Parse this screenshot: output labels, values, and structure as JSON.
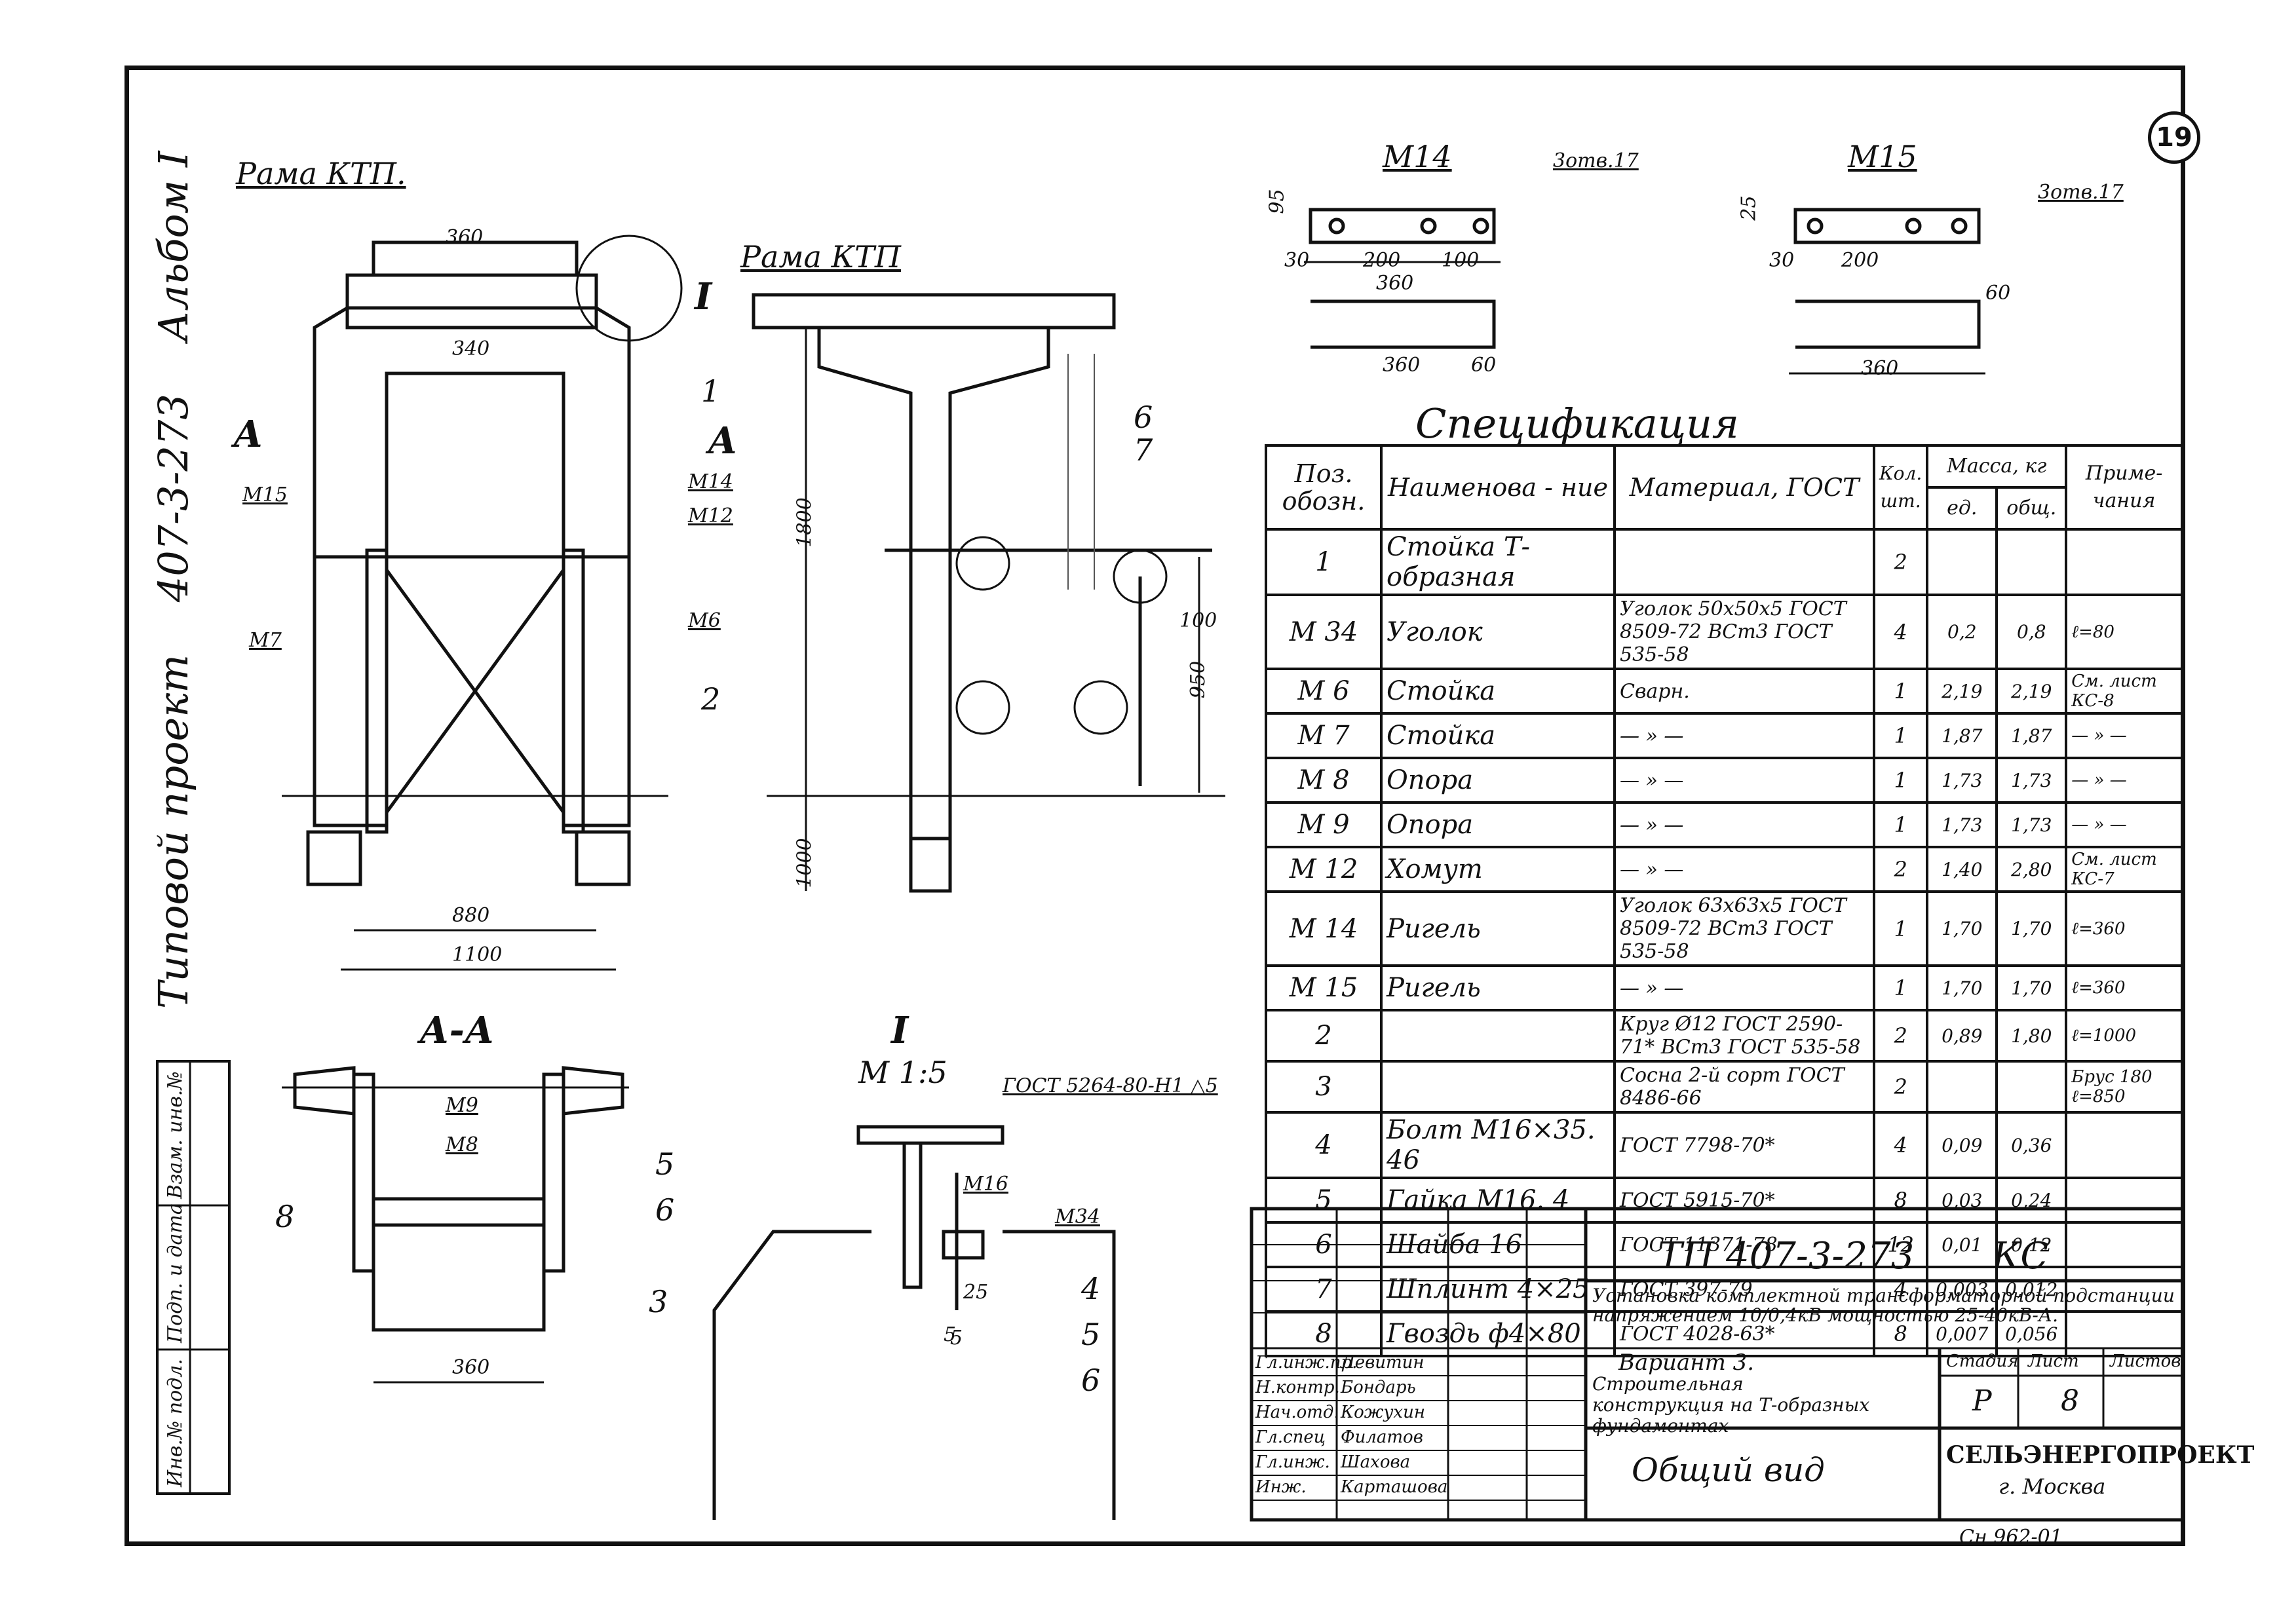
{
  "sheet_number": "19",
  "sidebar": {
    "project_label": "Типовой проект",
    "project_number": "407-3-273",
    "album_label": "Альбом I"
  },
  "drawing_labels": {
    "rama_ktp_left": "Рама КТП.",
    "rama_ktp_center": "Рама КТП",
    "section_mark": "А",
    "section_title": "А-А",
    "node_title": "I",
    "node_scale": "М 1:5",
    "node_weld": "ГОСТ 5264-80-Н1 △5",
    "m14_title": "М14",
    "m15_title": "М15",
    "otv_17_a": "3отв.17",
    "otv_17_b": "3отв.17",
    "parts": [
      "1",
      "2",
      "3",
      "4",
      "5",
      "6",
      "7",
      "8",
      "I"
    ],
    "marks": [
      "М15",
      "М14",
      "М12",
      "М7",
      "М6",
      "М9",
      "М8",
      "М16",
      "М34"
    ],
    "dims": [
      "360",
      "340",
      "880",
      "1100",
      "1800",
      "950",
      "1000",
      "360",
      "100",
      "30",
      "200",
      "100",
      "360",
      "60",
      "95",
      "25",
      "5",
      "200",
      "60",
      "360",
      "30",
      "25",
      "5",
      "360"
    ]
  },
  "spec": {
    "title": "Спецификация",
    "headers": {
      "pos": "Поз. обозн.",
      "name": "Наименова - ние",
      "material": "Материал, ГОСТ",
      "qty": "Кол. шт.",
      "mass": "Масса, кг",
      "mass_unit": "ед.",
      "mass_total": "общ.",
      "note": "Приме- чания"
    },
    "rows": [
      {
        "pos": "1",
        "name": "Стойка Т-образная",
        "material": "",
        "qty": "2",
        "unit": "",
        "total": "",
        "note": ""
      },
      {
        "pos": "М 34",
        "name": "Уголок",
        "material": "Уголок 50х50х5 ГОСТ 8509-72 ВСт3 ГОСТ 535-58",
        "qty": "4",
        "unit": "0,2",
        "total": "0,8",
        "note": "ℓ=80"
      },
      {
        "pos": "М 6",
        "name": "Стойка",
        "material": "Сварн.",
        "qty": "1",
        "unit": "2,19",
        "total": "2,19",
        "note": "См. лист КС-8"
      },
      {
        "pos": "М 7",
        "name": "Стойка",
        "material": "— » —",
        "qty": "1",
        "unit": "1,87",
        "total": "1,87",
        "note": "— » —"
      },
      {
        "pos": "М 8",
        "name": "Опора",
        "material": "— » —",
        "qty": "1",
        "unit": "1,73",
        "total": "1,73",
        "note": "— » —"
      },
      {
        "pos": "М 9",
        "name": "Опора",
        "material": "— » —",
        "qty": "1",
        "unit": "1,73",
        "total": "1,73",
        "note": "— » —"
      },
      {
        "pos": "М 12",
        "name": "Хомут",
        "material": "— » —",
        "qty": "2",
        "unit": "1,40",
        "total": "2,80",
        "note": "См. лист КС-7"
      },
      {
        "pos": "М 14",
        "name": "Ригель",
        "material": "Уголок 63х63х5 ГОСТ 8509-72 ВСт3 ГОСТ 535-58",
        "qty": "1",
        "unit": "1,70",
        "total": "1,70",
        "note": "ℓ=360"
      },
      {
        "pos": "М 15",
        "name": "Ригель",
        "material": "— » —",
        "qty": "1",
        "unit": "1,70",
        "total": "1,70",
        "note": "ℓ=360"
      },
      {
        "pos": "2",
        "name": "",
        "material": "Круг Ø12 ГОСТ 2590-71* ВСт3 ГОСТ 535-58",
        "qty": "2",
        "unit": "0,89",
        "total": "1,80",
        "note": "ℓ=1000"
      },
      {
        "pos": "3",
        "name": "",
        "material": "Сосна 2-й сорт ГОСТ 8486-66",
        "qty": "2",
        "unit": "",
        "total": "",
        "note": "Брус 180 ℓ=850"
      },
      {
        "pos": "4",
        "name": "Болт М16×35. 46",
        "material": "ГОСТ 7798-70*",
        "qty": "4",
        "unit": "0,09",
        "total": "0,36",
        "note": ""
      },
      {
        "pos": "5",
        "name": "Гайка М16. 4",
        "material": "ГОСТ 5915-70*",
        "qty": "8",
        "unit": "0,03",
        "total": "0,24",
        "note": ""
      },
      {
        "pos": "6",
        "name": "Шайба 16",
        "material": "ГОСТ 11371-78",
        "qty": "12",
        "unit": "0,01",
        "total": "0,12",
        "note": ""
      },
      {
        "pos": "7",
        "name": "Шплинт 4×25",
        "material": "ГОСТ 397-79",
        "qty": "4",
        "unit": "0,003",
        "total": "0,012",
        "note": ""
      },
      {
        "pos": "8",
        "name": "Гвоздь ф4×80",
        "material": "ГОСТ 4028-63*",
        "qty": "8",
        "unit": "0,007",
        "total": "0,056",
        "note": ""
      }
    ]
  },
  "stamp": {
    "code": "ТП 407-3-273",
    "mark": "КС",
    "description": "Установка комплектной трансформаторной подстанции напряжением 10/0,4кВ мощностью 25-40кВ-А.",
    "variant": "Вариант 3.",
    "structure": "Строительная конструкция на Т-образных фундаментах",
    "view": "Общий вид",
    "stage_label": "Стадия",
    "sheet_label": "Лист",
    "sheets_label": "Листов",
    "stage": "Р",
    "sheet": "8",
    "org": "СЕЛЬЭНЕРГОПРОЕКТ",
    "city": "г. Москва",
    "archive": "Сн 962-01",
    "roles": [
      "Н.контр.",
      "Нач.отд.",
      "Гл.спец",
      "Гл.инж.",
      "Инж."
    ],
    "names": [
      "Левитин",
      "Бондарь",
      "Кожухин",
      "Филатов",
      "Шахова",
      "Карташова"
    ],
    "first_role": "Гл.инж.пр."
  },
  "side_stamp": [
    "Инв.№ подл.",
    "Подп. и дата",
    "Взам. инв.№"
  ]
}
